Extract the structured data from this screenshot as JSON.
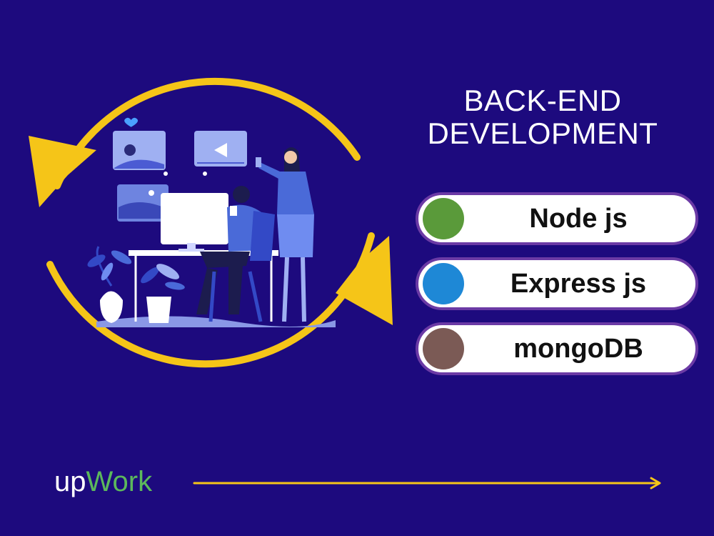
{
  "colors": {
    "background": "#1d0a7e",
    "accent_yellow": "#f5c518",
    "pill_border": "#6b3aa5",
    "brand_green": "#5cb85c"
  },
  "heading": {
    "line1": "BACK-END",
    "line2": "DEVELOPMENT"
  },
  "technologies": [
    {
      "label": "Node js",
      "dot_color": "#5a9a3a"
    },
    {
      "label": "Express js",
      "dot_color": "#1e88d6"
    },
    {
      "label": "mongoDB",
      "dot_color": "#7b5a55"
    }
  ],
  "brand": {
    "part1": "up",
    "part2": "Work"
  },
  "illustration": {
    "icon": "developer-workspace-illustration",
    "cycle_icon": "refresh-cycle-arrows-icon"
  }
}
